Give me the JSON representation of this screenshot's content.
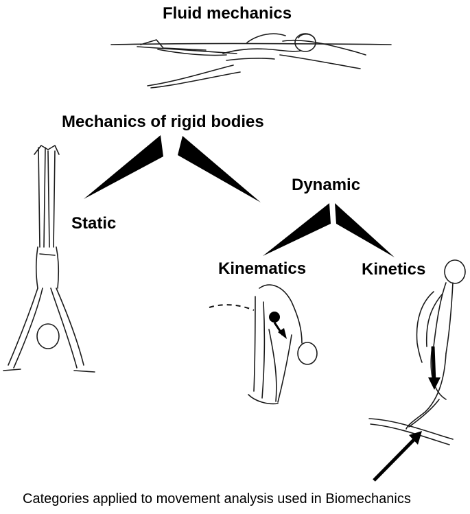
{
  "labels": {
    "fluid": "Fluid mechanics",
    "rigid": "Mechanics of rigid bodies",
    "static": "Static",
    "dynamic": "Dynamic",
    "kinematics": "Kinematics",
    "kinetics": "Kinetics"
  },
  "caption": "Categories applied to movement analysis used in Biomechanics",
  "colors": {
    "ink": "#000000",
    "background": "#ffffff"
  },
  "icons": [
    "swimmer-illustration",
    "handstand-illustration",
    "diver-illustration",
    "springboard-diver-illustration",
    "force-arrow-icon"
  ]
}
